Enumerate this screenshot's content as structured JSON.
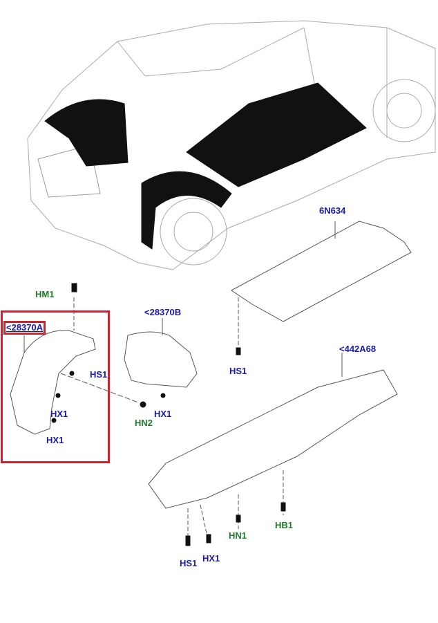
{
  "title": "Wheel arch liners and underbody shields parts diagram",
  "labels": {
    "hm1": "HM1",
    "part_28370a": "<28370A",
    "hs1_a": "HS1",
    "hx1_a1": "HX1",
    "hx1_a2": "HX1",
    "part_28370b": "<28370B",
    "hn2": "HN2",
    "hx1_b": "HX1",
    "part_6n634": "6N634",
    "hs1_b": "HS1",
    "part_442a68": "<442A68",
    "hb1": "HB1",
    "hn1": "HN1",
    "hs1_c": "HS1",
    "hx1_c": "HX1"
  },
  "colors": {
    "part_label": "#1a1aa8",
    "fastener_label": "#1f7a2a",
    "highlight": "#d32030"
  }
}
